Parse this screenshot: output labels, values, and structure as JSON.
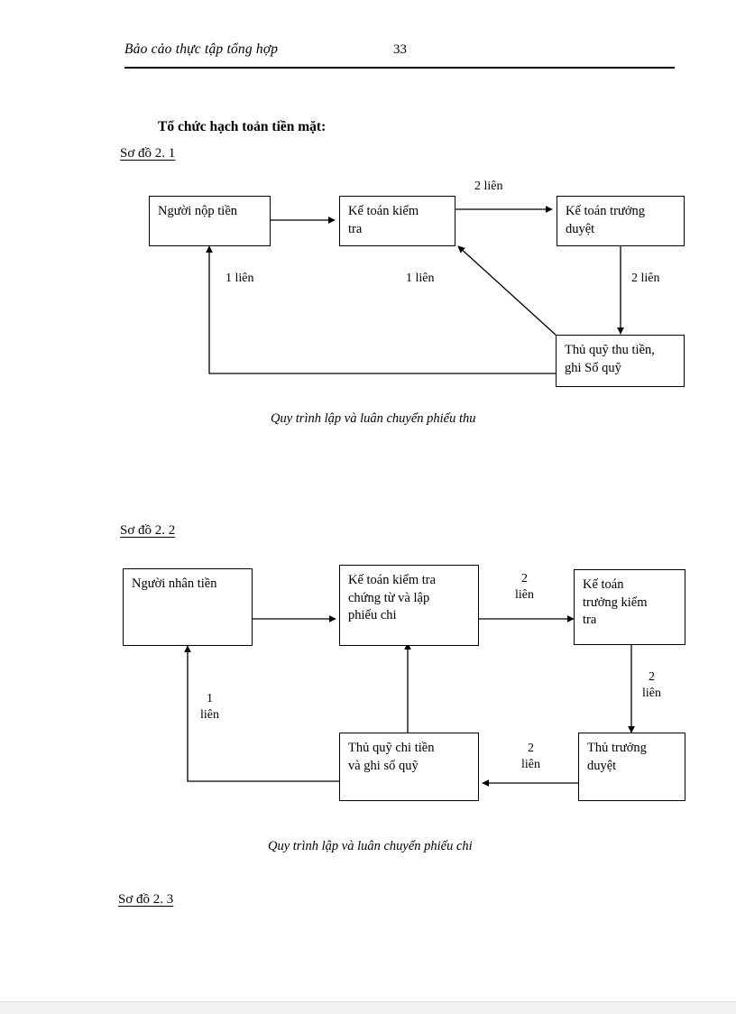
{
  "header": {
    "title": "Bảo cảo thực tập tổng hợp",
    "page_number": "33"
  },
  "section": {
    "title": "Tổ chức hạch toản tiền mặt:"
  },
  "figures": [
    {
      "label": "Sơ đồ 2. 1",
      "caption": "Quy trình lập và luân chuyển phiếu thu",
      "nodes": [
        {
          "id": "nguoi-nop-tien",
          "lines": [
            "Người nộp tiền"
          ]
        },
        {
          "id": "ke-toan-kiem-tra",
          "lines": [
            "Kế toán kiểm",
            "tra"
          ]
        },
        {
          "id": "ke-toan-truong-duyet",
          "lines": [
            "Kế toán trưởng",
            "duyệt"
          ]
        },
        {
          "id": "thu-quy-thu-tien",
          "lines": [
            "Thủ quỹ thu tiền,",
            "ghi Sổ quỹ"
          ]
        }
      ],
      "edge_labels": [
        {
          "id": "edge-2-lien-top",
          "text": "2 liên"
        },
        {
          "id": "edge-1-lien-left",
          "text": "1 liên"
        },
        {
          "id": "edge-1-lien-mid",
          "text": "1 liên"
        },
        {
          "id": "edge-2-lien-right",
          "text": "2 liên"
        }
      ]
    },
    {
      "label": "Sơ đồ 2. 2",
      "caption": "Quy trình lập và luân chuyển phiếu chi",
      "nodes": [
        {
          "id": "nguoi-nhan-tien",
          "lines": [
            "Người nhân tiền"
          ]
        },
        {
          "id": "ke-toan-kiem-tra-chung-tu",
          "lines": [
            "Kế toán kiểm tra",
            "chứng từ và lập",
            "phiếu chi"
          ]
        },
        {
          "id": "ke-toan-truong-kiem-tra",
          "lines": [
            "Kế toán",
            "trưởng kiểm",
            "tra"
          ]
        },
        {
          "id": "thu-quy-chi-tien",
          "lines": [
            "Thủ quỹ chi tiền",
            "và ghi sổ quỹ"
          ]
        },
        {
          "id": "thu-truong-duyet",
          "lines": [
            "Thủ trưởng",
            "duyệt"
          ]
        }
      ],
      "edge_labels": [
        {
          "id": "edge2-2-lien-top",
          "text": "2\nliên"
        },
        {
          "id": "edge2-2-lien-right",
          "text": "2\nliên"
        },
        {
          "id": "edge2-2-lien-bottom",
          "text": "2\nliên"
        },
        {
          "id": "edge2-1-lien-left",
          "text": "1\nliên"
        }
      ]
    }
  ],
  "trailing": {
    "label": "Sơ đồ 2. 3"
  },
  "colors": {
    "ink": "#000000",
    "paper": "#ffffff"
  }
}
